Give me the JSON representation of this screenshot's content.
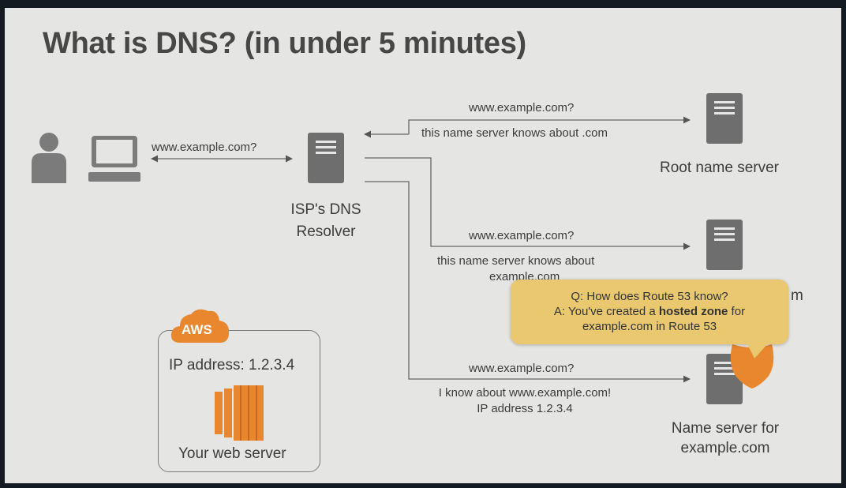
{
  "title": "What is DNS? (in under 5 minutes)",
  "resolver": {
    "label_line1": "ISP's DNS",
    "label_line2": "Resolver"
  },
  "client": {
    "query": "www.example.com?"
  },
  "root": {
    "query": "www.example.com?",
    "answer": "this name server knows about .com",
    "label": "Root name server"
  },
  "com": {
    "query": "www.example.com?",
    "answer_line1": "this name server knows about",
    "answer_line2": "example.com",
    "label_tail": "m"
  },
  "ns": {
    "query": "www.example.com?",
    "answer_line1": "I know about www.example.com!",
    "answer_line2": "IP address 1.2.3.4",
    "label_line1": "Name server for",
    "label_line2": "example.com"
  },
  "callout": {
    "line1": "Q: How does Route 53 know?",
    "line2_pre": "A: You've created a ",
    "line2_bold": "hosted zone",
    "line2_post": " for",
    "line3": "example.com in Route 53"
  },
  "aws": {
    "badge": "AWS",
    "ip": "IP address: 1.2.3.4",
    "label": "Your web server"
  },
  "colors": {
    "slide_bg": "#e5e5e3",
    "aws_orange": "#e8872e",
    "callout_bg": "#e9c870",
    "server_gray": "#6e6e6e"
  }
}
